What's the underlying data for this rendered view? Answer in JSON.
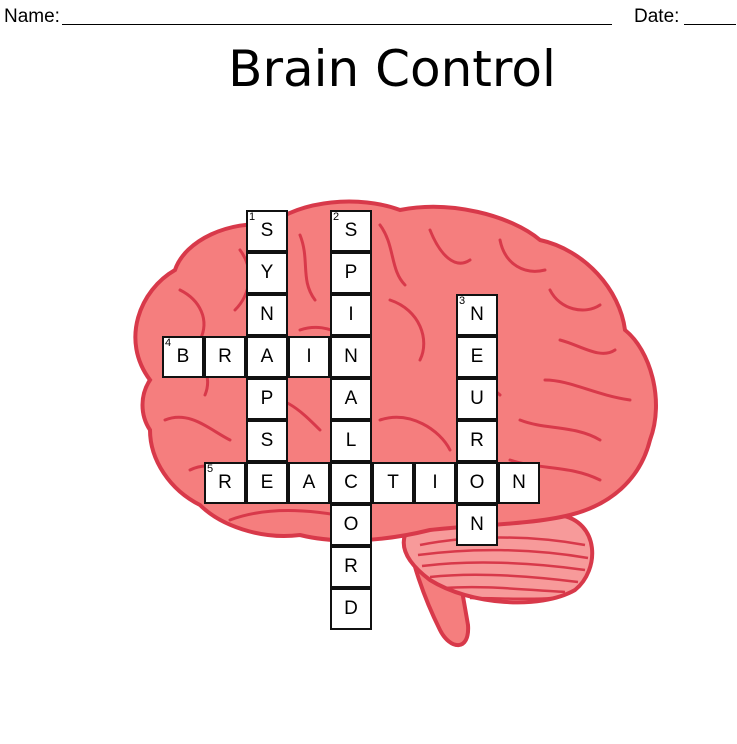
{
  "header": {
    "name_label": "Name:",
    "date_label": "Date:"
  },
  "title": "Brain Control",
  "colors": {
    "brain_fill": "#f57e7e",
    "brain_stroke": "#d8394a",
    "cell_border": "#111111"
  },
  "illustration": "brain-image",
  "puzzle": {
    "words": [
      {
        "number": "1",
        "direction": "down",
        "answer": "SYNAPSE",
        "row": 0,
        "col": 2
      },
      {
        "number": "2",
        "direction": "down",
        "answer": "SPINALCORD",
        "row": 0,
        "col": 4
      },
      {
        "number": "3",
        "direction": "down",
        "answer": "NEURON",
        "row": 2,
        "col": 7
      },
      {
        "number": "4",
        "direction": "across",
        "answer": "BRAIN",
        "row": 3,
        "col": 0
      },
      {
        "number": "5",
        "direction": "across",
        "answer": "REACTION",
        "row": 6,
        "col": 1
      }
    ]
  }
}
